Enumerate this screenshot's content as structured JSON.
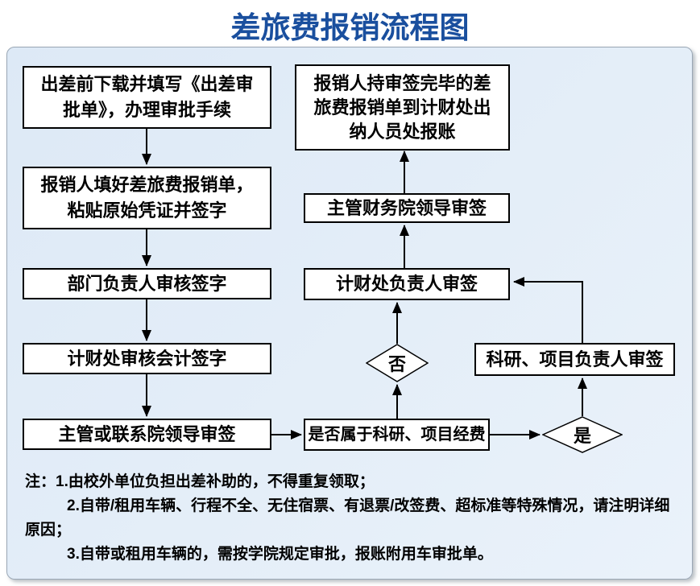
{
  "title": "差旅费报销流程图",
  "colors": {
    "title": "#1a4f9e",
    "panel_bg": "#e2edf8",
    "box_border": "#000000",
    "box_bg": "#ffffff"
  },
  "boxes": {
    "b1": {
      "lines": [
        "出差前下载并填写《出差审",
        "批单》，办理审批手续"
      ]
    },
    "b2": {
      "lines": [
        "报销人填好差旅费报销单，",
        "粘贴原始凭证并签字"
      ]
    },
    "b3": {
      "label": "部门负责人审核签字"
    },
    "b4": {
      "label": "计财处审核会计签字"
    },
    "b5": {
      "label": "主管或联系院领导审签"
    },
    "b6": {
      "lines": [
        "报销人持审签完毕的差",
        "旅费报销单到计财处出",
        "纳人员处报账"
      ]
    },
    "b7": {
      "label": "主管财务院领导审签"
    },
    "b8": {
      "label": "计财处负责人审签"
    },
    "b9": {
      "label": "是否属于科研、项目经费"
    },
    "b10": {
      "label": "科研、项目负责人审签"
    }
  },
  "decisions": {
    "no": "否",
    "yes": "是"
  },
  "notes": [
    "注：1.由校外单位负担出差补助的，不得重复领取；",
    "2.自带/租用车辆、行程不全、无住宿票、有退票/改签费、超标准等特殊情况，请注明详细",
    "原因；",
    "3.自带或租用车辆的，需按学院规定审批，报账附用车审批单。"
  ]
}
